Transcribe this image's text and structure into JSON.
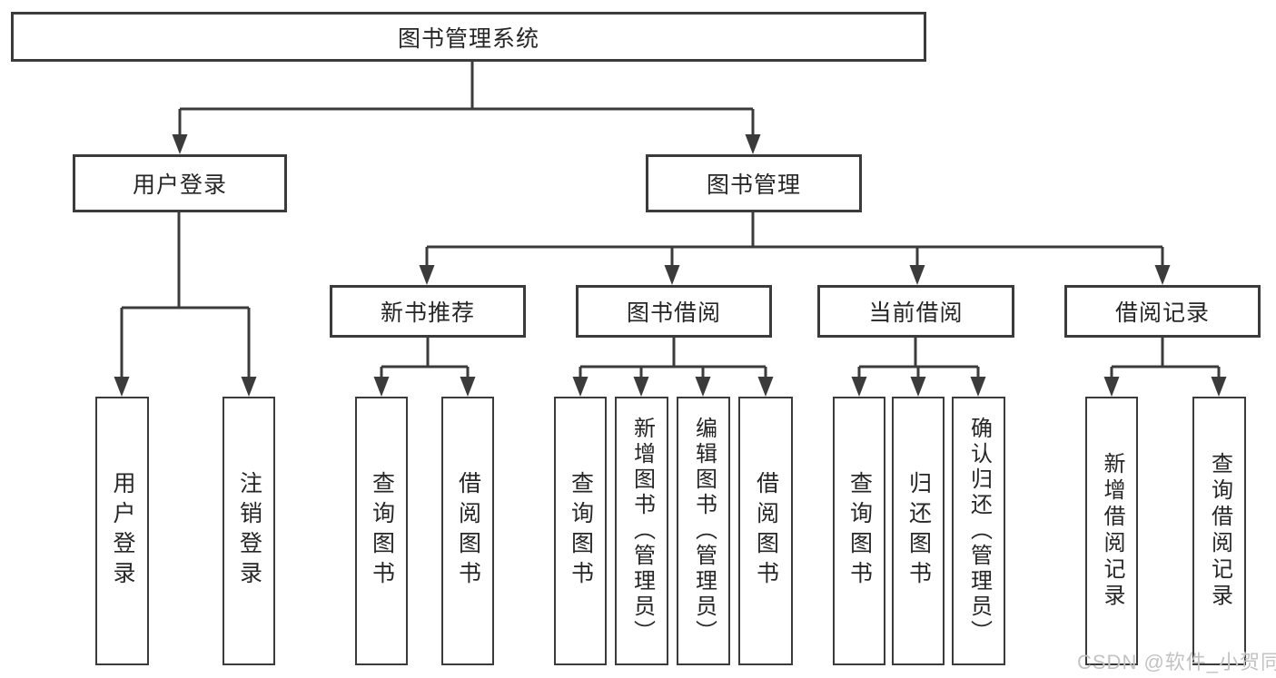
{
  "diagram": {
    "root": {
      "label": "图书管理系统"
    },
    "level2": [
      {
        "label": "用户登录",
        "children": [
          {
            "label": "用户登录"
          },
          {
            "label": "注销登录"
          }
        ]
      },
      {
        "label": "图书管理",
        "children": [
          {
            "label": "新书推荐",
            "children": [
              {
                "label": "查询图书"
              },
              {
                "label": "借阅图书"
              }
            ]
          },
          {
            "label": "图书借阅",
            "children": [
              {
                "label": "查询图书"
              },
              {
                "label": "新增图书（管理员）"
              },
              {
                "label": "编辑图书（管理员）"
              },
              {
                "label": "借阅图书"
              }
            ]
          },
          {
            "label": "当前借阅",
            "children": [
              {
                "label": "查询图书"
              },
              {
                "label": "归还图书"
              },
              {
                "label": "确认归还（管理员）"
              }
            ]
          },
          {
            "label": "借阅记录",
            "children": [
              {
                "label": "新增借阅记录"
              },
              {
                "label": "查询借阅记录"
              }
            ]
          }
        ]
      }
    ]
  },
  "watermark": {
    "text": "CSDN @软件_小贺同学"
  },
  "colors": {
    "line": "#3b3b3b",
    "box_border": "#3b3b3b",
    "text": "#262626",
    "background": "#ffffff",
    "watermark": "#c3c3c3"
  }
}
